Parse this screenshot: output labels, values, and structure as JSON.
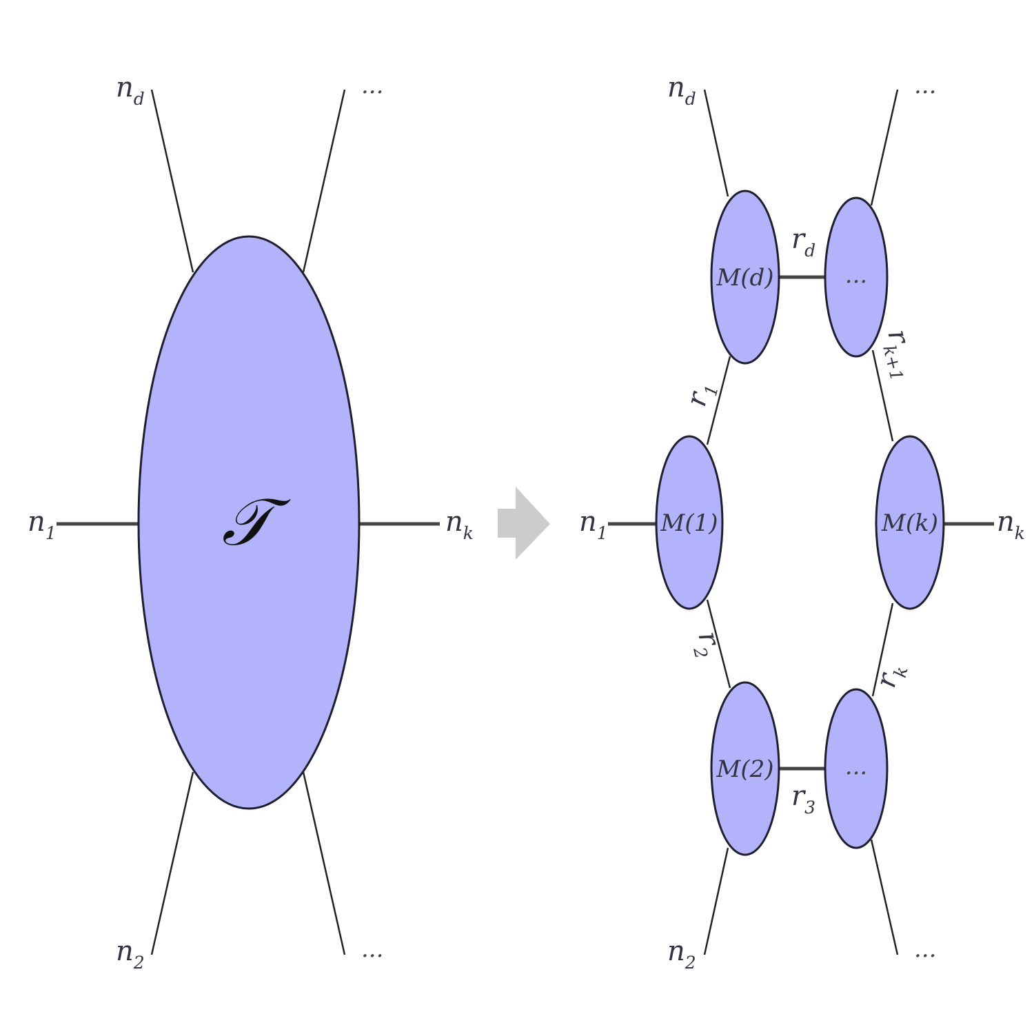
{
  "left_diagram": {
    "tensor_label": "𝒯",
    "legs": {
      "n1": {
        "base": "n",
        "sub": "1"
      },
      "nd": {
        "base": "n",
        "sub": "d"
      },
      "n2": {
        "base": "n",
        "sub": "2"
      },
      "nk": {
        "base": "n",
        "sub": "k"
      },
      "top_right": "...",
      "bottom_right": "..."
    }
  },
  "arrow": {
    "color": "#cccccc"
  },
  "right_diagram": {
    "nodes": {
      "m1": "M(1)",
      "m2": "M(2)",
      "md": "M(d)",
      "mk": "M(k)",
      "top_dots": "...",
      "bottom_dots": "..."
    },
    "legs": {
      "n1": {
        "base": "n",
        "sub": "1"
      },
      "nd": {
        "base": "n",
        "sub": "d"
      },
      "n2": {
        "base": "n",
        "sub": "2"
      },
      "nk": {
        "base": "n",
        "sub": "k"
      },
      "top_right": "...",
      "bottom_right": "..."
    },
    "bonds": {
      "r1": {
        "base": "r",
        "sub": "1"
      },
      "r2": {
        "base": "r",
        "sub": "2"
      },
      "r3": {
        "base": "r",
        "sub": "3"
      },
      "rd": {
        "base": "r",
        "sub": "d"
      },
      "rk": {
        "base": "r",
        "sub": "k"
      },
      "rk1": {
        "base": "r",
        "sub": "k+1"
      }
    }
  },
  "colors": {
    "node_fill": "#b3b3fb",
    "node_stroke": "#1e1e2e",
    "edge": "#222222"
  }
}
